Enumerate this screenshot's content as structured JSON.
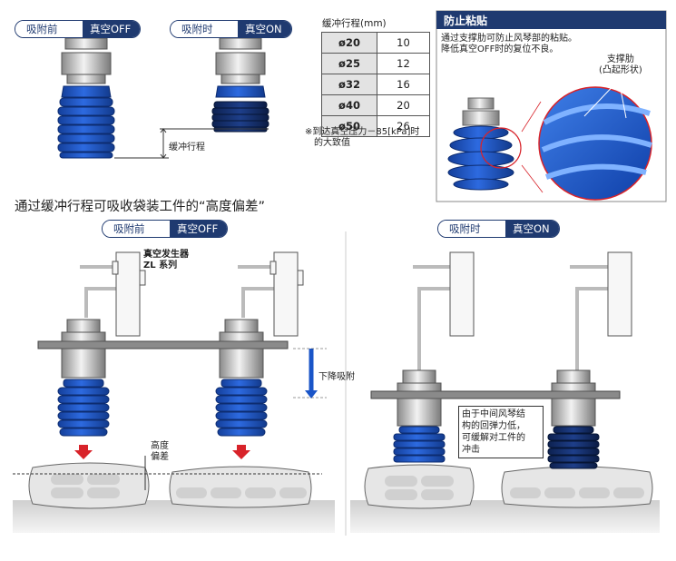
{
  "top_left": {
    "pill_before": {
      "left": "吸附前",
      "right": "真空OFF"
    },
    "pill_during": {
      "left": "吸附时",
      "right": "真空ON"
    },
    "stroke_label": "缓冲行程"
  },
  "stroke_table": {
    "title": "缓冲行程(mm)",
    "rows": [
      {
        "dia": "ø20",
        "val": "10"
      },
      {
        "dia": "ø25",
        "val": "12"
      },
      {
        "dia": "ø32",
        "val": "16"
      },
      {
        "dia": "ø40",
        "val": "20"
      },
      {
        "dia": "ø50",
        "val": "26"
      }
    ],
    "note_line1": "※到达真空压力－85[kPa]时",
    "note_line2": "的大致值"
  },
  "anti_stick": {
    "title": "防止粘贴",
    "line1": "通过支撑肋可防止风琴部的粘贴。",
    "line2": "降低真空OFF时的复位不良。",
    "rib_label1": "支撑肋",
    "rib_label2": "(凸起形状)"
  },
  "section": {
    "heading": "通过缓冲行程可吸收袋装工件的“高度偏差”"
  },
  "bottom_left": {
    "pill": {
      "left": "吸附前",
      "right": "真空OFF"
    },
    "generator_line1": "真空发生器",
    "generator_line2": "ZL 系列",
    "descend_label": "下降吸附",
    "height_line1": "高度",
    "height_line2": "偏差"
  },
  "bottom_right": {
    "pill": {
      "left": "吸附时",
      "right": "真空ON"
    },
    "callout_lines": [
      "由于中间风琴结",
      "构的回弹力低，",
      "可缓解对工件的",
      "冲击"
    ]
  },
  "colors": {
    "navy": "#1f3a70",
    "blue": "#1a55c8",
    "red": "#d8232a",
    "table_gray": "#e3e3e3",
    "bag": "#e6e6e6"
  }
}
